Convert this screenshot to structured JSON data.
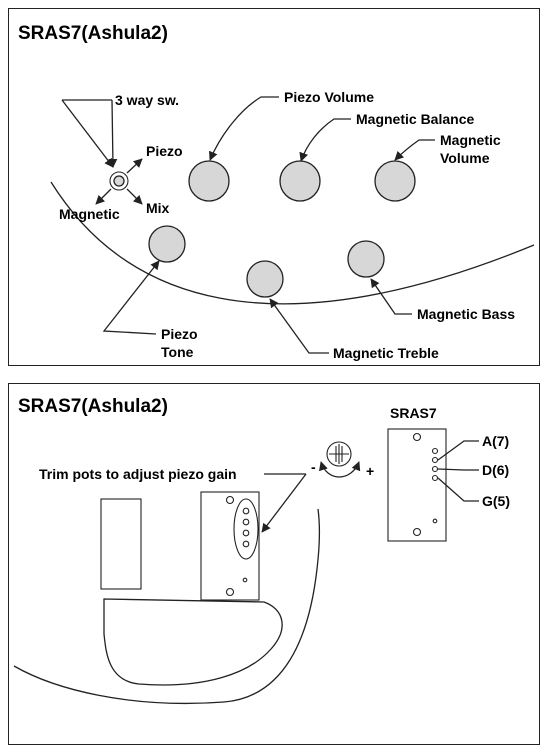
{
  "top_panel": {
    "title": "SRAS7(Ashula2)",
    "labels": {
      "three_way_switch": "3 way sw.",
      "piezo": "Piezo",
      "magnetic": "Magnetic",
      "mix": "Mix",
      "piezo_volume": "Piezo Volume",
      "magnetic_balance": "Magnetic Balance",
      "magnetic_volume_line1": "Magnetic",
      "magnetic_volume_line2": "Volume",
      "piezo_tone_line1": "Piezo",
      "piezo_tone_line2": "Tone",
      "magnetic_bass": "Magnetic Bass",
      "magnetic_treble": "Magnetic Treble"
    }
  },
  "bottom_panel": {
    "title": "SRAS7(Ashula2)",
    "labels": {
      "trim_pots": "Trim pots to adjust piezo gain",
      "minus": "-",
      "plus": "+",
      "pickup_model": "SRAS7",
      "string_a": "A(7)",
      "string_d": "D(6)",
      "string_g": "G(5)"
    }
  },
  "colors": {
    "knob_fill": "#d7d7d7",
    "line": "#222222"
  }
}
